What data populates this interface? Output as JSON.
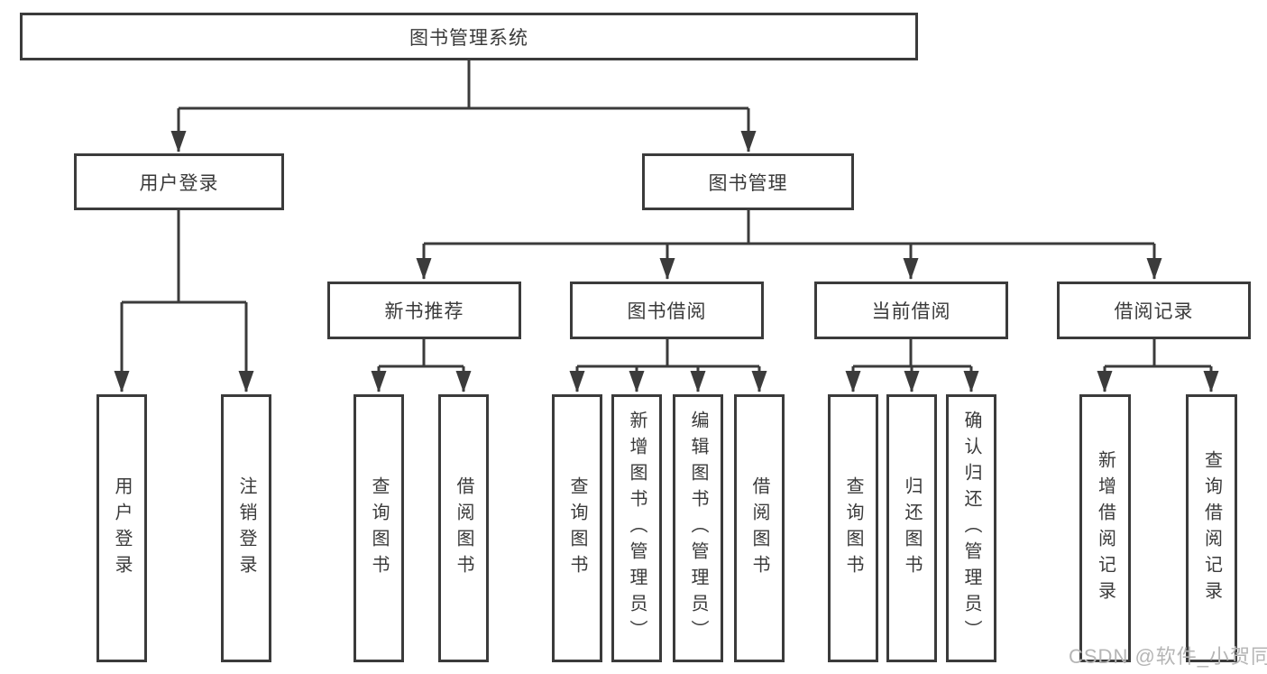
{
  "colors": {
    "line": "#3b3b3b",
    "text": "#3a3a3a",
    "watermark": "#b5b5b5",
    "background": "#ffffff"
  },
  "diagram": {
    "root": "图书管理系统",
    "level2": [
      "用户登录",
      "图书管理"
    ],
    "level3": [
      "新书推荐",
      "图书借阅",
      "当前借阅",
      "借阅记录"
    ],
    "groups": {
      "login": [
        "用户登录",
        "注销登录"
      ],
      "new_book": [
        "查询图书",
        "借阅图书"
      ],
      "borrow": [
        "查询图书",
        "新增图书（管理员）",
        "编辑图书（管理员）",
        "借阅图书"
      ],
      "current": [
        "查询图书",
        "归还图书",
        "确认归还（管理员）"
      ],
      "records": [
        "新增借阅记录",
        "查询借阅记录"
      ]
    }
  },
  "watermark": {
    "text": "CSDN @软件_小贺同学"
  }
}
